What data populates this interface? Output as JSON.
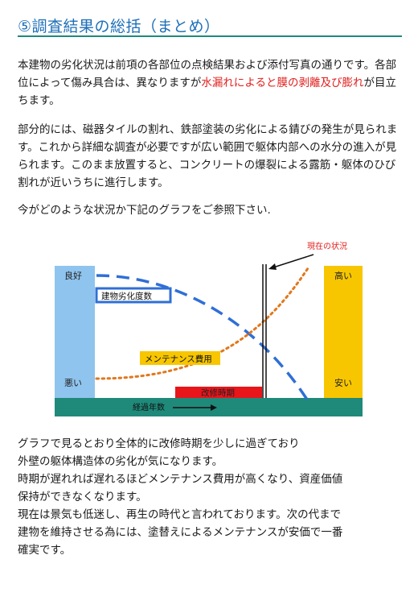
{
  "title": "⑤調査結果の総括（まとめ）",
  "intro": {
    "before": "本建物の劣化状況は前項の各部位の点検結果および添付写真の通りです。各部位によって傷み具合は、異なりますが",
    "highlight": "水漏れによると膜の剥離及び膨れ",
    "after": "が目立ちます。",
    "highlight_color": "#e0201e"
  },
  "para2": "部分的には、磁器タイルの割れ、鉄部塗装の劣化による錆びの発生が見られます。これから詳細な調査が必要ですが広い範囲で躯体内部への水分の進入が見られます。このまま放置すると、コンクリートの爆裂による露筋・躯体のひび割れが近いうちに進行します。",
  "para3": "今がどのような状況か下記のグラフをご参照下さい.",
  "chart_data": {
    "type": "line",
    "current_marker": "現在の状況",
    "left_scale": {
      "top": "良好",
      "bottom": "悪い"
    },
    "right_scale": {
      "top": "高い",
      "bottom": "安い"
    },
    "xlabel": "経過年数",
    "series": [
      {
        "name": "建物劣化度数",
        "style": "dashed",
        "color": "#2f6fd6",
        "trend": "decreasing"
      },
      {
        "name": "メンテナンス費用",
        "style": "dotted",
        "color": "#e0781e",
        "trend": "increasing"
      }
    ],
    "zone_label": "改修時期",
    "colors": {
      "left_bar": "#8fc4ee",
      "right_bar": "#f7c600",
      "base": "#1f8a7a",
      "zone": "#e8151b",
      "marker_arrow": "#111111",
      "marker_text": "#e0201e"
    }
  },
  "summary": [
    "グラフで見るとおり全体的に改修時期を少しに過ぎており",
    "外壁の躯体構造体の劣化が気になります。",
    "時期が遅れれば遅れるほどメンテナンス費用が高くなり、資産価値",
    "保持ができなくなります。",
    "現在は景気も低迷し、再生の時代と言われております。次の代まで",
    "建物を維持させる為には、塗替えによるメンテナンスが安価で一番",
    "確実です。"
  ]
}
